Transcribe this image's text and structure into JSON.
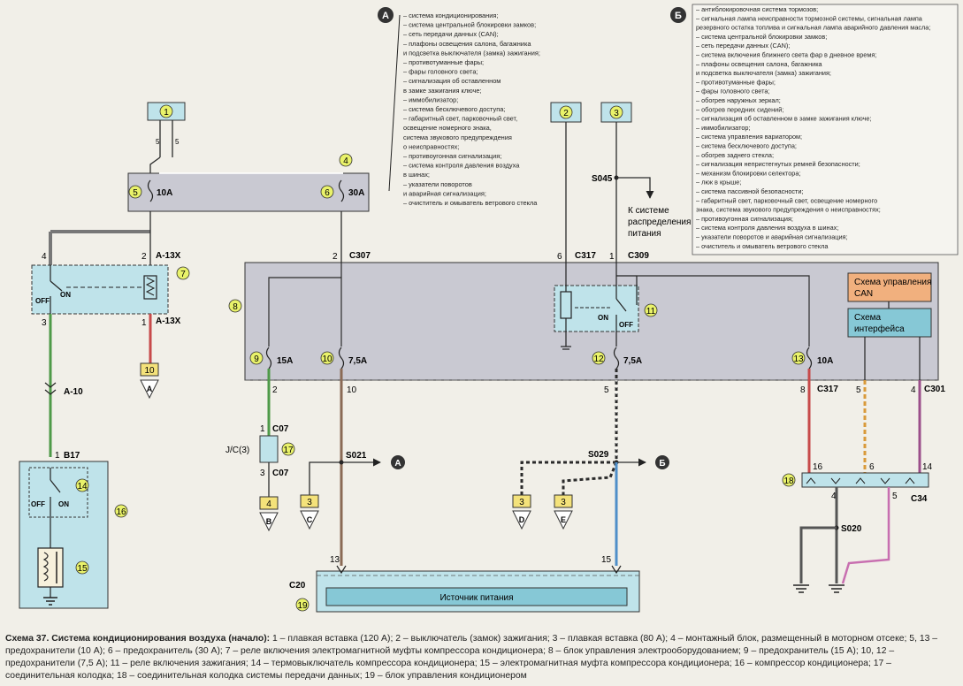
{
  "callouts": {
    "A": {
      "letter": "А",
      "lines": [
        "– система кондиционирования;",
        "– система центральной блокировки замков;",
        "– сеть передачи данных (CAN);",
        "– плафоны освещения салона, багажника",
        "и подсветка выключателя (замка) зажигания;",
        "– противотуманные фары;",
        "– фары головного света;",
        "– сигнализация об оставленном",
        "в замке зажигания ключе;",
        "– иммобилизатор;",
        "– система бесключевого доступа;",
        "– габаритный свет, парковочный свет,",
        "освещение номерного знака,",
        "система звукового предупреждения",
        "о неисправностях;",
        "– противоугонная сигнализация;",
        "– система контроля давления воздуха",
        "в шинах;",
        "– указатели поворотов",
        "и аварийная сигнализация;",
        "– очиститель и омыватель ветрового стекла"
      ]
    },
    "B": {
      "letter": "Б",
      "lines": [
        "– антиблокировочная система тормозов;",
        "– сигнальная лампа неисправности тормозной системы, сигнальная лампа",
        "резервного остатка топлива и сигнальная лампа аварийного давления масла;",
        "– система центральной блокировки замков;",
        "– сеть передачи данных (CAN);",
        "– система включения ближнего света фар в дневное время;",
        "– плафоны освещения салона, багажника",
        "и подсветка выключателя (замка) зажигания;",
        "– противотуманные фары;",
        "– фары головного света;",
        "– обогрев наружных зеркал;",
        "– обогрев передних сидений;",
        "– сигнализация об оставленном в замке зажигания ключе;",
        "– иммобилизатор;",
        "– система управления вариатором;",
        "– система бесключевого доступа;",
        "– обогрев заднего стекла;",
        "– сигнализация непристегнутых ремней безопасности;",
        "– механизм блокировки селектора;",
        "– люк в крыше;",
        "– система пассивной безопасности;",
        "– габаритный свет, парковочный свет, освещение номерного",
        "знака, система звукового предупреждения о неисправностях;",
        "– противоугонная сигнализация;",
        "– система контроля давления воздуха в шинах;",
        "– указатели поворотов и аварийная сигнализация;",
        "– очиститель и омыватель ветрового стекла"
      ]
    }
  },
  "labels": {
    "fuse_10a_top": "10A",
    "fuse_30a_top": "30A",
    "fuse_15a": "15A",
    "fuse_7_5a_left": "7,5A",
    "fuse_7_5a_right": "7,5A",
    "fuse_10a_right": "10A",
    "relay_off": "OFF",
    "relay_on": "ON",
    "thermo_off": "OFF",
    "thermo_on": "ON",
    "relay11_on": "ON",
    "relay11_off": "OFF",
    "conn_a13x_top": "A-13X",
    "conn_a13x_bottom": "A-13X",
    "conn_a10": "A-10",
    "conn_b17": "B17",
    "conn_c307": "C307",
    "conn_c317_top": "C317",
    "conn_c309": "C309",
    "conn_s045": "S045",
    "conn_c317_bottom": "C317",
    "conn_c301": "C301",
    "conn_c07_top": "C07",
    "conn_c07_bottom": "C07",
    "conn_jc3": "J/C(3)",
    "conn_s021": "S021",
    "conn_s029": "S029",
    "conn_c34": "C34",
    "conn_s020": "S020",
    "conn_c20": "C20",
    "to_system_1": "К системе",
    "to_system_2": "распределения",
    "to_system_3": "питания",
    "can_block_1": "Схема управления",
    "can_block_2": "CAN",
    "iface_block_1": "Схема",
    "iface_block_2": "интерфейса",
    "power_source": "Источник питания",
    "arrow_A": "А",
    "arrow_B": "Б",
    "ground_A": "A",
    "ground_B": "B",
    "ground_C": "C",
    "ground_D": "D",
    "ground_E": "E"
  },
  "component_numbers": [
    "1",
    "2",
    "3",
    "4",
    "5",
    "6",
    "7",
    "8",
    "9",
    "10",
    "11",
    "12",
    "13",
    "14",
    "15",
    "16",
    "17",
    "18",
    "19"
  ],
  "pins": {
    "p5_top_1": "5",
    "p5_top_2": "5",
    "p4_relay": "4",
    "p2_relay": "2",
    "p3_relay": "3",
    "p1_relay": "1",
    "p2_c307": "2",
    "p6_c317": "6",
    "p1_c309": "1",
    "p2_bottom": "2",
    "p10_bottom": "10",
    "p5_bottom": "5",
    "p8_bottom": "8",
    "p5_c301": "5",
    "p4_c301": "4",
    "p1_b17": "1",
    "p1_c07": "1",
    "p3_c07": "3",
    "p16_c34": "16",
    "p6_c34": "6",
    "p14_c34": "14",
    "p4_c34": "4",
    "p5_c34": "5",
    "p13_c20": "13",
    "p15_c20": "15",
    "g10": "10",
    "g4": "4",
    "g3c": "3",
    "g3d": "3",
    "g3e": "3"
  },
  "caption": {
    "title": "Схема 37. Система кондиционирования воздуха (начало):",
    "text": " 1 – плавкая вставка (120 А); 2 – выключатель (замок) зажигания; 3 – плавкая вставка (80 А); 4 – монтажный блок, размещенный в моторном отсеке; 5, 13 – предохранители (10 А); 6 – предохранитель (30 А); 7 – реле включения электромагнитной муфты компрессора кондиционера; 8 – блок управления электрооборудованием; 9 – предохранитель (15 А); 10, 12 – предохранители (7,5 А); 11 – реле включения зажигания; 14 – термовыключатель компрессора кондиционера; 15 – электромагнитная муфта компрессора кондиционера; 16 – компрессор кондиционера; 17 – соединительная колодка; 18 – соединительная колодка системы передачи данных; 19 – блок управления кондиционером"
  },
  "colors": {
    "wire_dark": "#2b2b2b",
    "wire_green": "#4e9a48",
    "wire_brown": "#8a6a55",
    "wire_blue": "#4f8fc9",
    "wire_red": "#c74a4a",
    "wire_pink": "#c86fb0",
    "wire_purple": "#9b4f8a",
    "wire_orange": "#d99a3a",
    "block_fill": "#c9c9d2",
    "comp_fill": "#bfe3ea",
    "ecu_fill": "#86c8d6",
    "can_fill": "#f1b07e",
    "iface_fill": "#86c8d6",
    "yellow_fill": "#f4e27a"
  }
}
